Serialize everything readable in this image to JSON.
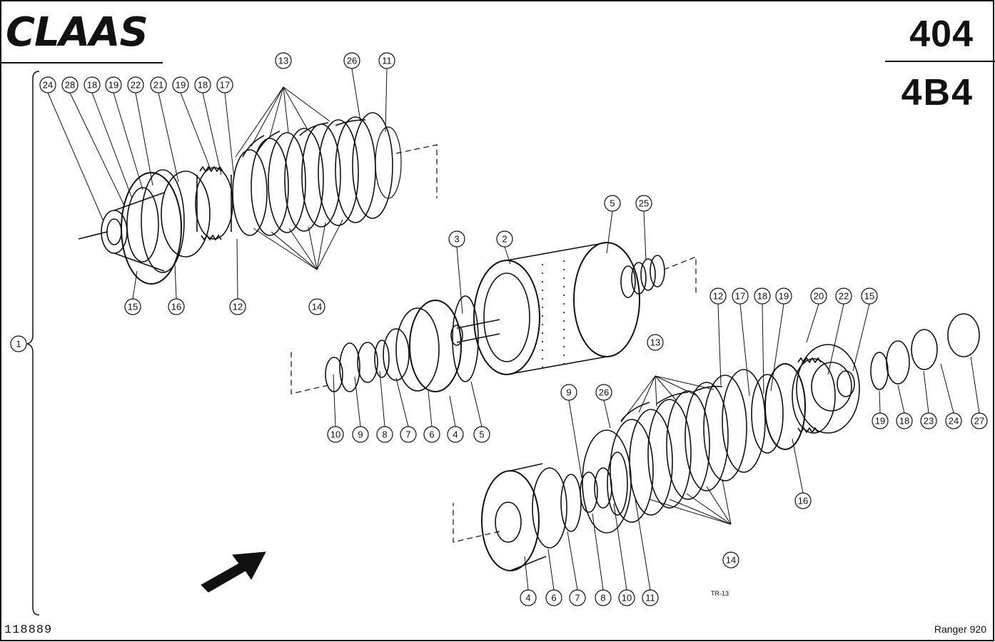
{
  "header": {
    "logo_text": "CLAAS",
    "page_number": "404",
    "section_code": "4B4"
  },
  "footer": {
    "figure_number": "118889",
    "model_name": "Ranger 920",
    "drawing_mark": "TR-13"
  },
  "assembly_bracket_label": "1",
  "callouts": {
    "upper_left": [
      "24",
      "28",
      "18",
      "19",
      "22",
      "21",
      "19",
      "18",
      "17",
      "13",
      "26",
      "11",
      "15",
      "16",
      "12",
      "14"
    ],
    "center": [
      "3",
      "2",
      "5",
      "25",
      "10",
      "9",
      "8",
      "7",
      "6",
      "4",
      "5"
    ],
    "right": [
      "12",
      "17",
      "18",
      "19",
      "20",
      "22",
      "15",
      "13",
      "9",
      "26",
      "19",
      "18",
      "23",
      "24",
      "27",
      "16",
      "14",
      "4",
      "6",
      "7",
      "8",
      "10",
      "11"
    ]
  },
  "colors": {
    "ink": "#111111",
    "paper": "#ffffff"
  }
}
